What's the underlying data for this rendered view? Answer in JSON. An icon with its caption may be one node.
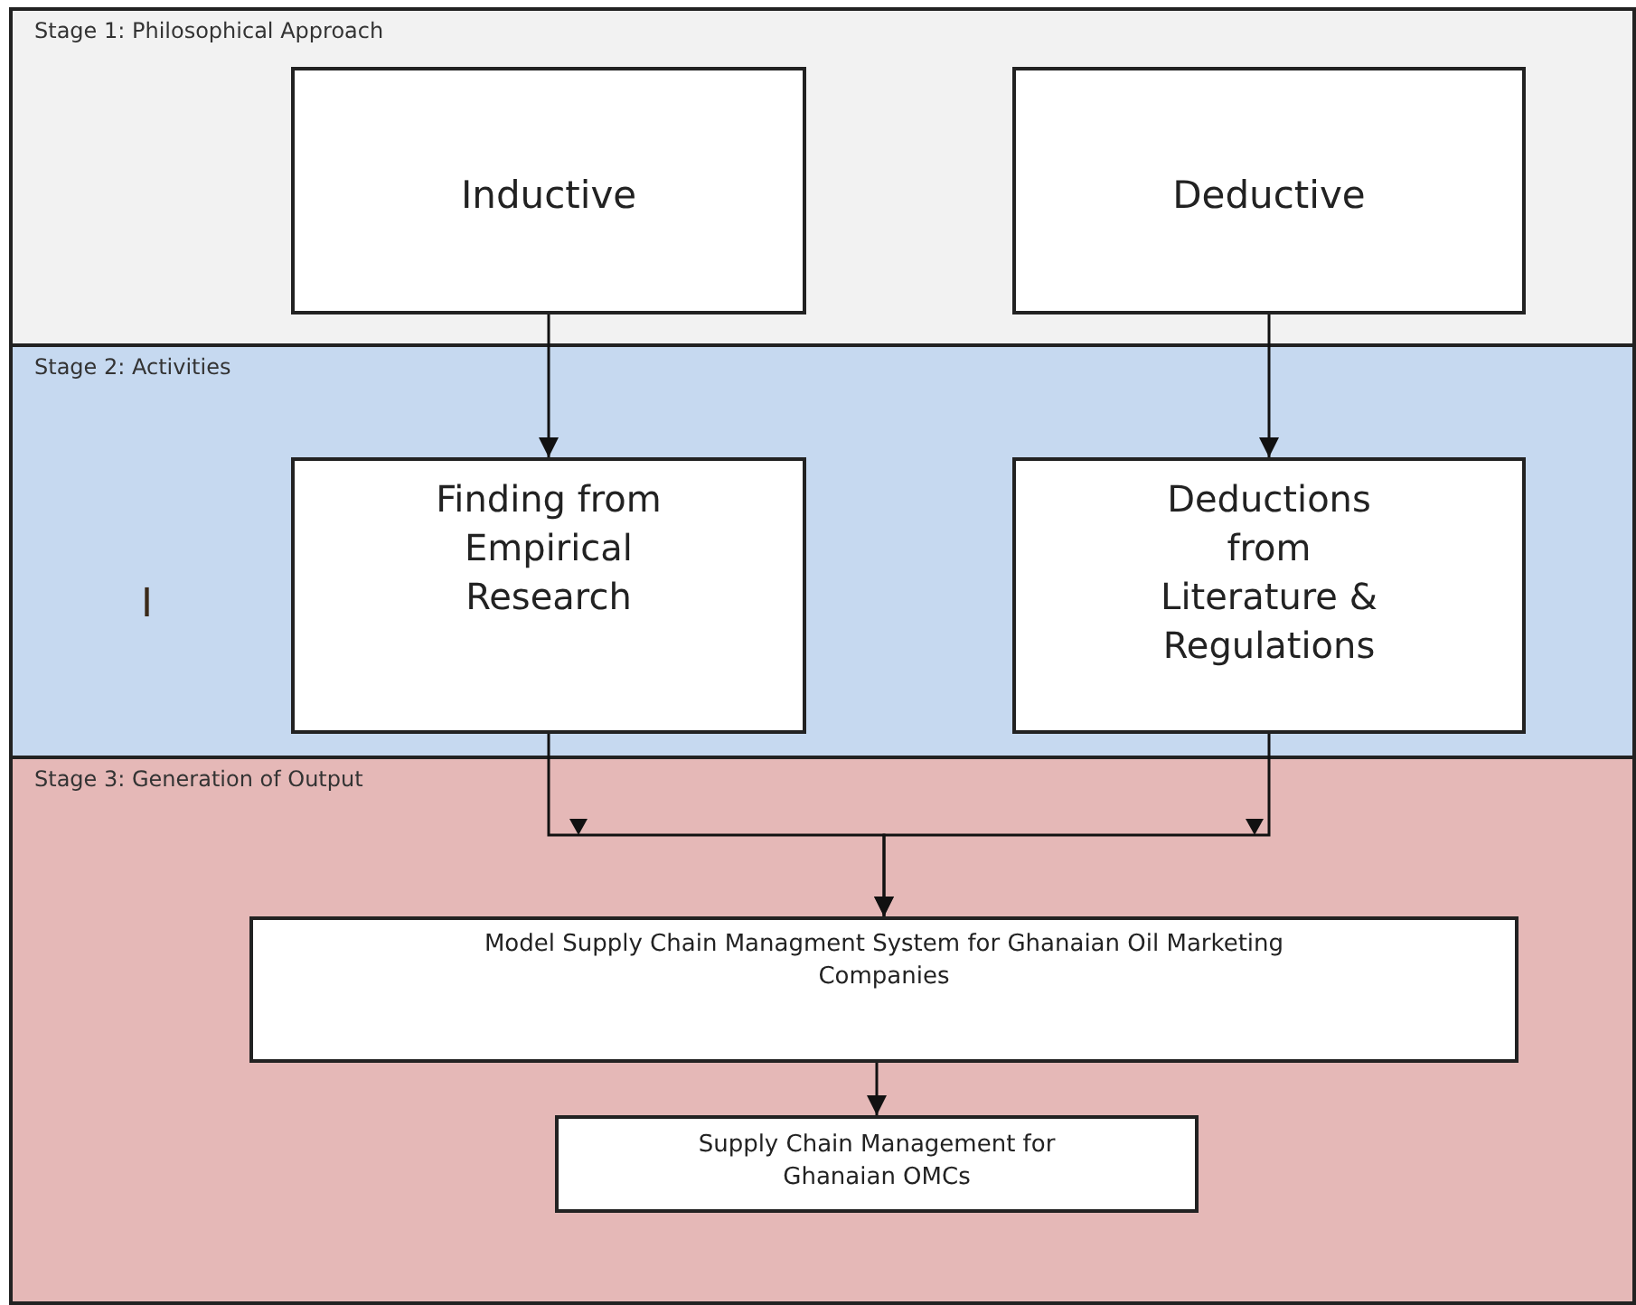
{
  "diagram": {
    "nodes": [
      {
        "text": [
          "Stage 1: Philosophical Approach"
        ]
      },
      {
        "text": [
          "Inductive"
        ],
        "in": 0
      },
      {
        "text": [
          "Deductive"
        ],
        "in": 0
      },
      {
        "text": [
          "Stage 2: Activities"
        ]
      },
      {
        "text": [
          "Finding from Empirical Research"
        ],
        "in": 3
      },
      {
        "text": [
          "Deductions from Literature & Regulations"
        ],
        "in": 3
      },
      {
        "text": [
          "Stage 3: Generation of Output"
        ]
      },
      {
        "text": [
          "Model Supply Chain Managment System for Ghanaian Oil Marketing Companies"
        ],
        "in": 6
      },
      {
        "text": [
          "Supply Chain Management for Ghanaian OMCs"
        ],
        "in": 6
      }
    ],
    "edges": [
      {
        "from": 1,
        "to": 4,
        "arrow": "to"
      },
      {
        "from": 2,
        "to": 5,
        "arrow": "to"
      },
      {
        "from": 4,
        "to": 7,
        "arrow": "to"
      },
      {
        "from": 5,
        "to": 7,
        "arrow": "to"
      },
      {
        "from": 7,
        "to": 8,
        "arrow": "to"
      }
    ],
    "labels": [
      "I"
    ]
  }
}
